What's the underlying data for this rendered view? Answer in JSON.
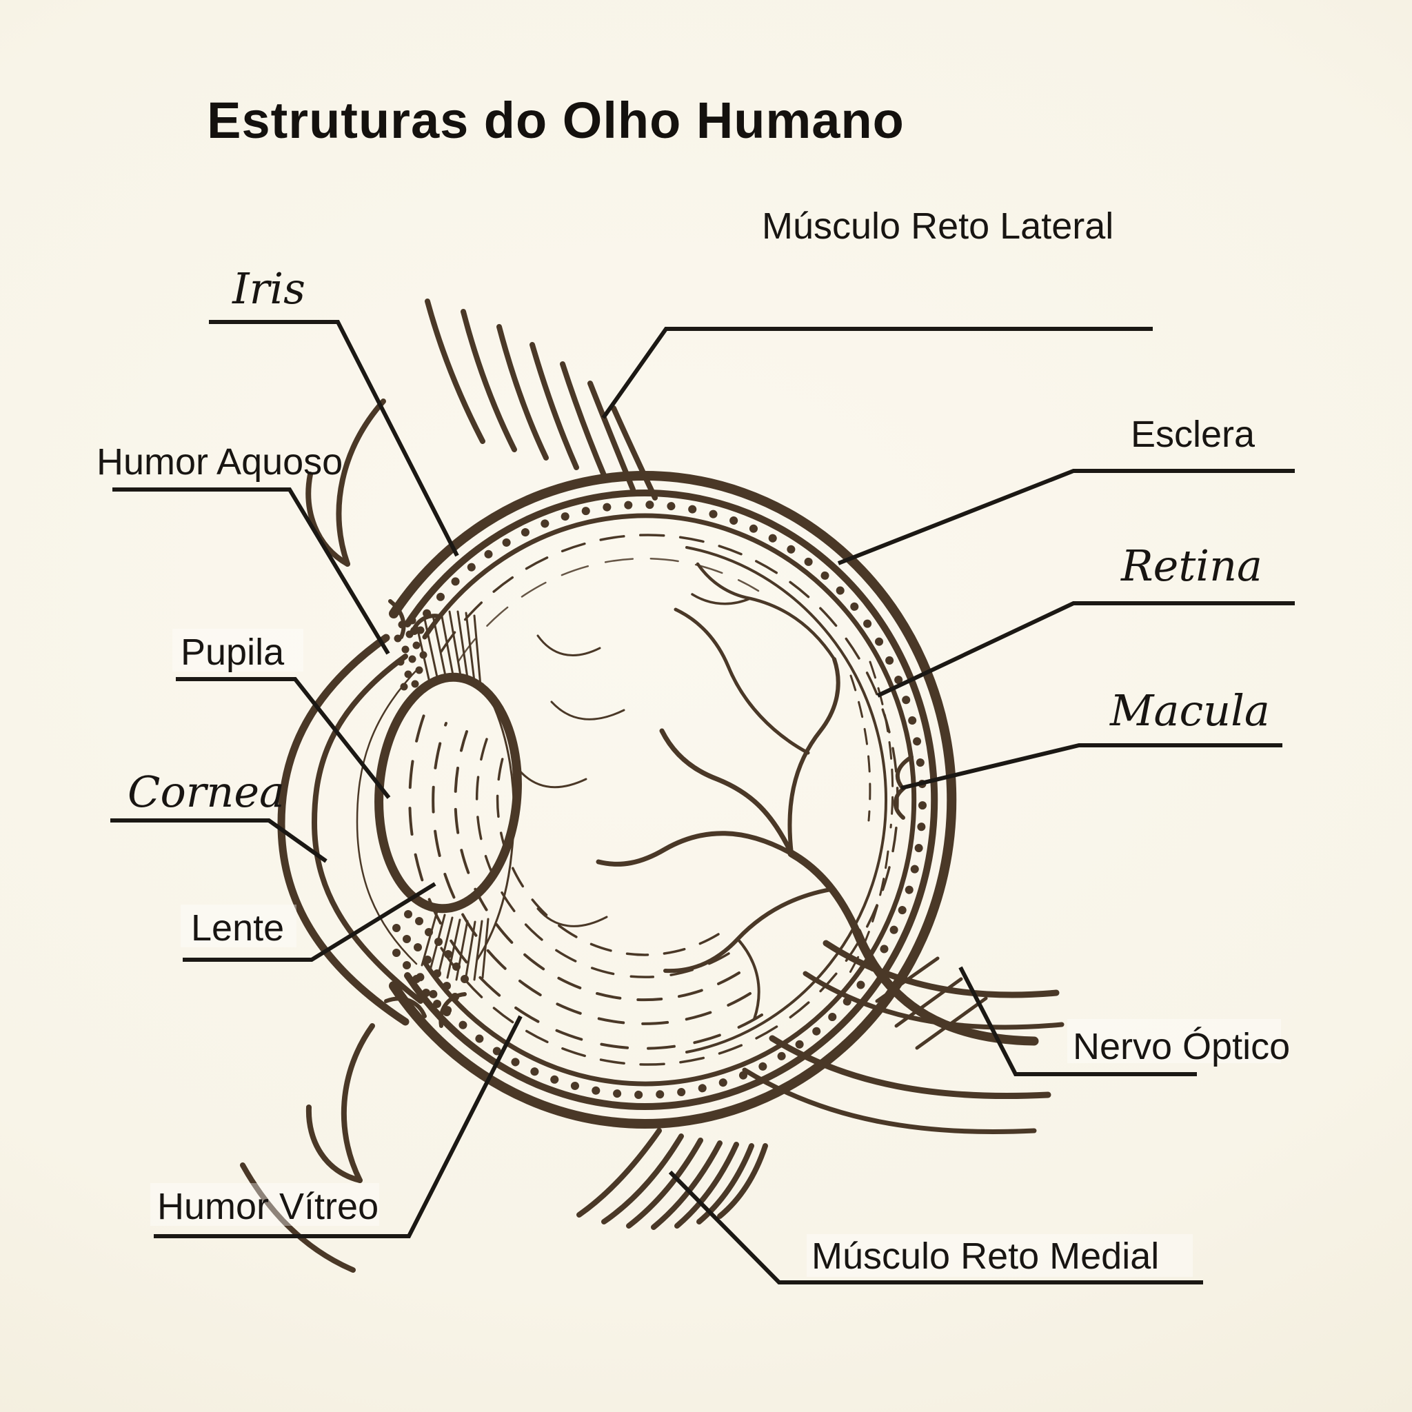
{
  "title": "Estruturas do Olho Humano",
  "colors": {
    "ink": "#4a3827",
    "leader": "#1b1814",
    "text": "#181512",
    "background": "#f8f4e8"
  },
  "labels": {
    "iris": {
      "text": "Iris",
      "style": "serif"
    },
    "humor_aquoso": {
      "text": "Humor Aquoso",
      "style": "sans"
    },
    "pupila": {
      "text": "Pupila",
      "style": "sans"
    },
    "cornea": {
      "text": "Cornea",
      "style": "serif"
    },
    "lente": {
      "text": "Lente",
      "style": "sans"
    },
    "humor_vitreo": {
      "text": "Humor Vítreo",
      "style": "sans"
    },
    "musculo_reto_lateral": {
      "text": "Músculo Reto Lateral",
      "style": "sans"
    },
    "esclera": {
      "text": "Esclera",
      "style": "sans"
    },
    "retina": {
      "text": "Retina",
      "style": "serif"
    },
    "macula": {
      "text": "Macula",
      "style": "serif"
    },
    "nervo_optico": {
      "text": "Nervo Óptico",
      "style": "sans"
    },
    "musculo_reto_medial": {
      "text": "Músculo Reto Medial",
      "style": "sans"
    }
  }
}
